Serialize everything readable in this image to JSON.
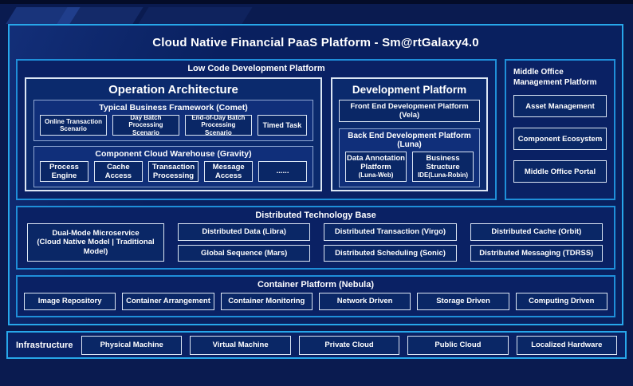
{
  "title": "Cloud Native Financial PaaS Platform - Sm@rtGalaxy4.0",
  "low_code": {
    "label": "Low Code Development Platform",
    "operation_architecture": {
      "title": "Operation Architecture",
      "comet": {
        "title": "Typical Business Framework (Comet)",
        "items": [
          "Online Transaction Scenario",
          "Day Batch Processing Scenario",
          "End-of-Day Batch Processing Scenario",
          "Timed Task"
        ]
      },
      "gravity": {
        "title": "Component Cloud Warehouse (Gravity)",
        "items": [
          "Process Engine",
          "Cache Access",
          "Transaction Processing",
          "Message Access",
          "......"
        ]
      }
    },
    "development_platform": {
      "title": "Development Platform",
      "front_end": "Front End Development Platform (Vela)",
      "back_end": {
        "title": "Back End Development Platform (Luna)",
        "items": [
          {
            "line1": "Data Annotation",
            "line2": "Platform",
            "line3": "(Luna-Web)"
          },
          {
            "line1": "Business",
            "line2": "Structure",
            "line3": "IDE(Luna-Robin)"
          }
        ]
      }
    }
  },
  "middle_office": {
    "title": "Middle Office Management Platform",
    "items": [
      "Asset Management",
      "Component Ecosystem",
      "Middle Office Portal"
    ]
  },
  "distributed_technology_base": {
    "title": "Distributed Technology Base",
    "dual_mode": {
      "line1": "Dual-Mode Microservice",
      "line2": "(Cloud Native Model | Traditional",
      "line3": "Model)"
    },
    "grid": [
      [
        "Distributed Data (Libra)",
        "Global Sequence (Mars)"
      ],
      [
        "Distributed Transaction (Virgo)",
        "Distributed Scheduling (Sonic)"
      ],
      [
        "Distributed Cache (Orbit)",
        "Distributed Messaging (TDRSS)"
      ]
    ]
  },
  "container_platform": {
    "title": "Container Platform (Nebula)",
    "items": [
      "Image Repository",
      "Container Arrangement",
      "Container Monitoring",
      "Network Driven",
      "Storage Driven",
      "Computing Driven"
    ]
  },
  "infrastructure": {
    "label": "Infrastructure",
    "items": [
      "Physical Machine",
      "Virtual Machine",
      "Private Cloud",
      "Public Cloud",
      "Localized Hardware"
    ]
  },
  "colors": {
    "background": "#0a1b50",
    "panel_fill": "#09205f",
    "outer_accent_border": "#27a7ea",
    "section_border": "#1f8fd9",
    "leaf_border": "#dce6f4",
    "subpanel_border": "#8fa7d2",
    "subpanel_fill": "#102f7a",
    "leaf_fill": "#0a2766",
    "text": "#ffffff"
  }
}
